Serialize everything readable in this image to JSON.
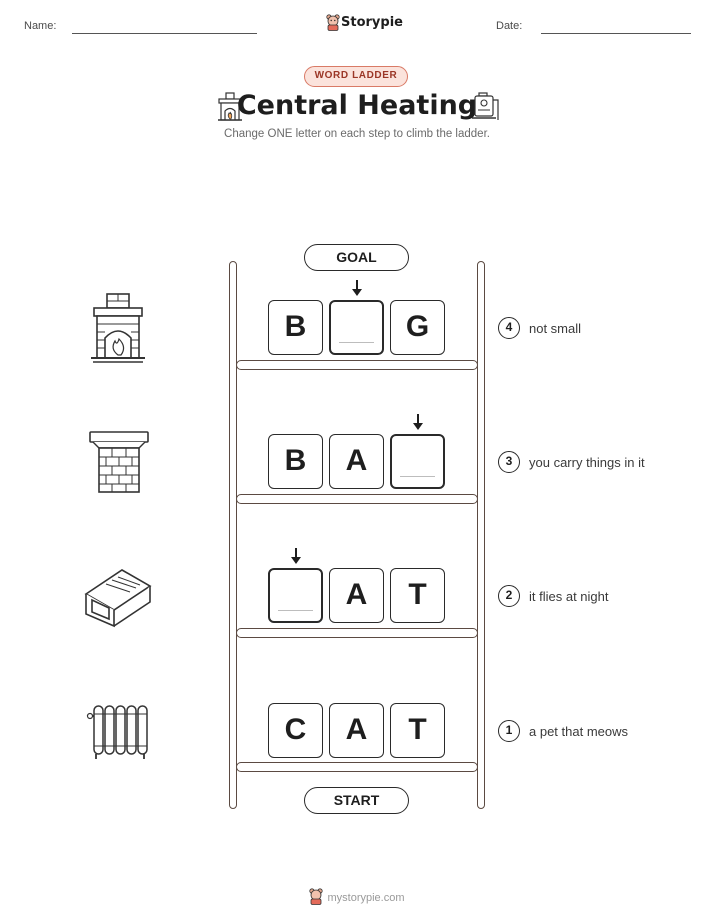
{
  "header": {
    "name_label": "Name:",
    "date_label": "Date:",
    "brand": "Storypie"
  },
  "badge": "WORD LADDER",
  "title": "Central Heating",
  "subtitle": "Change ONE letter on each step to climb the ladder.",
  "goal_label": "GOAL",
  "start_label": "START",
  "rows": [
    {
      "step": "4",
      "letters": [
        "B",
        "",
        "G"
      ],
      "clue": "not small",
      "image_icon": "fireplace-icon"
    },
    {
      "step": "3",
      "letters": [
        "B",
        "A",
        ""
      ],
      "clue": "you carry things in it",
      "image_icon": "chimney-icon"
    },
    {
      "step": "2",
      "letters": [
        "",
        "A",
        "T"
      ],
      "clue": "it flies at night",
      "image_icon": "duct-icon"
    },
    {
      "step": "1",
      "letters": [
        "C",
        "A",
        "T"
      ],
      "clue": "a pet that meows",
      "image_icon": "radiator-icon"
    }
  ],
  "footer": "mystorypie.com"
}
